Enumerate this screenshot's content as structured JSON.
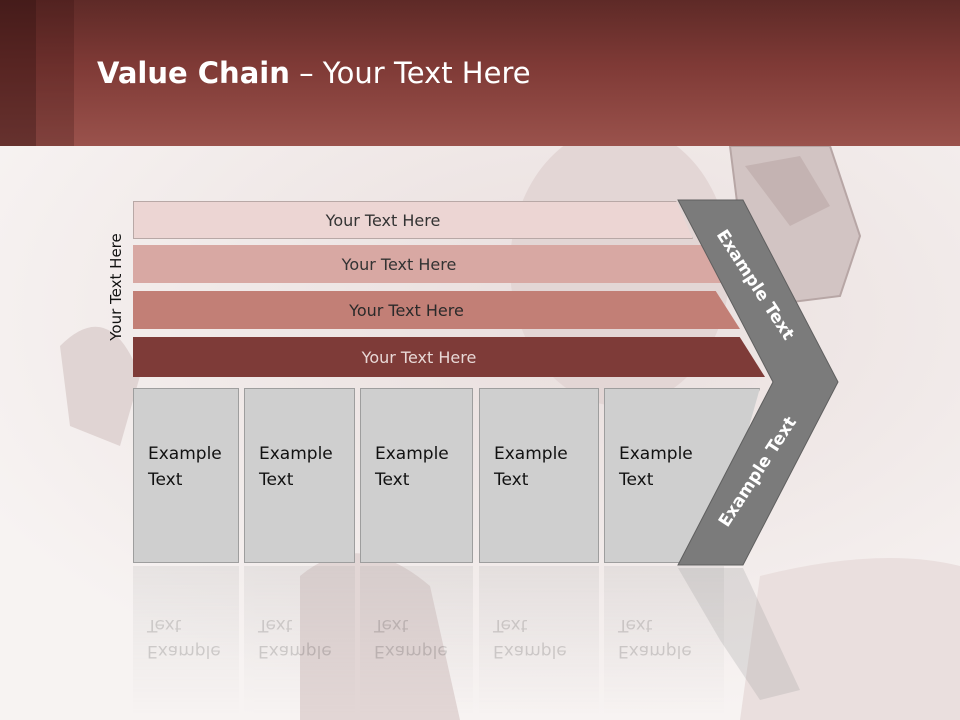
{
  "title": {
    "bold": "Value Chain",
    "rest": " – Your Text Here"
  },
  "side_label": "Your Text Here",
  "bands": [
    "Your Text Here",
    "Your Text Here",
    "Your Text Here",
    "Your Text Here"
  ],
  "boxes": [
    {
      "line1": "Example",
      "line2": "Text"
    },
    {
      "line1": "Example",
      "line2": "Text"
    },
    {
      "line1": "Example",
      "line2": "Text"
    },
    {
      "line1": "Example",
      "line2": "Text"
    },
    {
      "line1": "Example",
      "line2": "Text"
    }
  ],
  "chevron": {
    "top_label": "Example Text",
    "bottom_label": "Example Text"
  },
  "colors": {
    "header": "#7f3a36",
    "band1": "#ecd5d3",
    "band2": "#d8a8a3",
    "band3": "#c27f76",
    "band4": "#7e3b38",
    "chevron": "#7b7b7b",
    "box": "#cfcfcf"
  }
}
